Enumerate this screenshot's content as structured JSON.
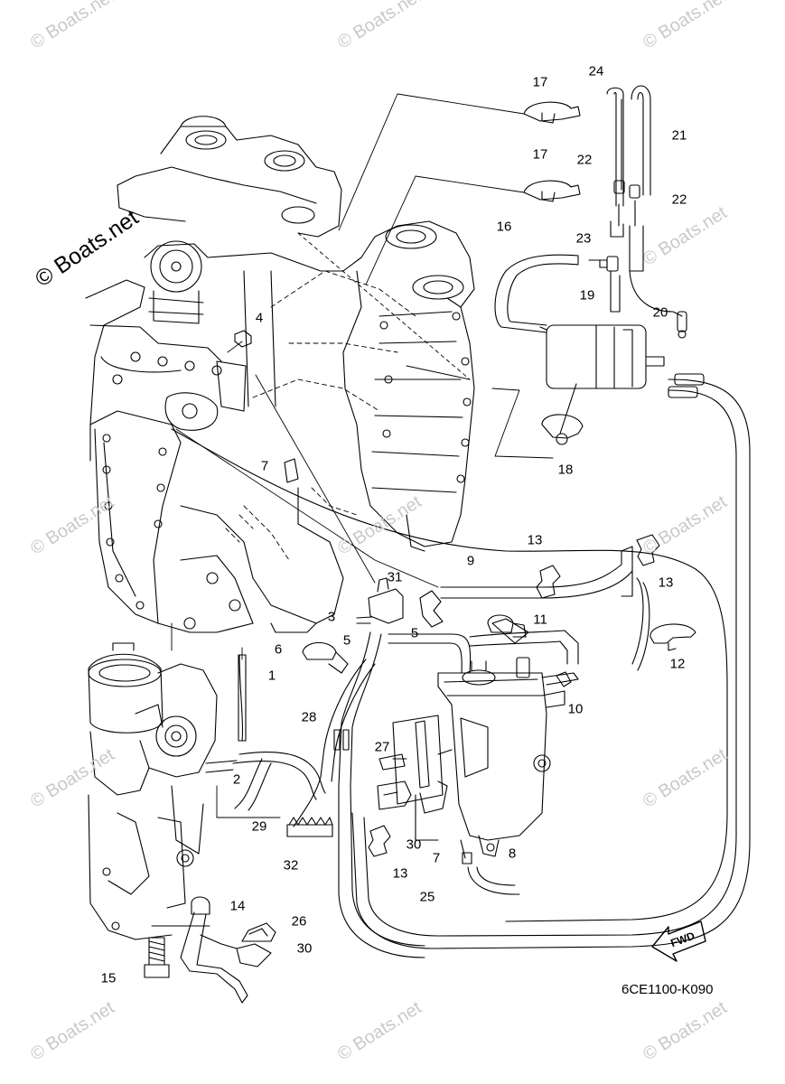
{
  "watermark": {
    "main": "© Boats.net",
    "faint": "© Boats.net"
  },
  "diagram_code": "6CE1100-K090",
  "fwd_label": "FWD",
  "callouts": [
    {
      "id": "c24",
      "text": "24"
    },
    {
      "id": "c17a",
      "text": "17"
    },
    {
      "id": "c21",
      "text": "21"
    },
    {
      "id": "c17b",
      "text": "17"
    },
    {
      "id": "c22a",
      "text": "22"
    },
    {
      "id": "c22b",
      "text": "22"
    },
    {
      "id": "c16",
      "text": "16"
    },
    {
      "id": "c23",
      "text": "23"
    },
    {
      "id": "c19",
      "text": "19"
    },
    {
      "id": "c20",
      "text": "20"
    },
    {
      "id": "c4",
      "text": "4"
    },
    {
      "id": "c18",
      "text": "18"
    },
    {
      "id": "c7a",
      "text": "7"
    },
    {
      "id": "c13a",
      "text": "13"
    },
    {
      "id": "c13b",
      "text": "13"
    },
    {
      "id": "c9",
      "text": "9"
    },
    {
      "id": "c31",
      "text": "31"
    },
    {
      "id": "c3",
      "text": "3"
    },
    {
      "id": "c11",
      "text": "11"
    },
    {
      "id": "c5a",
      "text": "5"
    },
    {
      "id": "c5b",
      "text": "5"
    },
    {
      "id": "c6",
      "text": "6"
    },
    {
      "id": "c12",
      "text": "12"
    },
    {
      "id": "c1",
      "text": "1"
    },
    {
      "id": "c10",
      "text": "10"
    },
    {
      "id": "c28",
      "text": "28"
    },
    {
      "id": "c27",
      "text": "27"
    },
    {
      "id": "c2",
      "text": "2"
    },
    {
      "id": "c29",
      "text": "29"
    },
    {
      "id": "c30a",
      "text": "30"
    },
    {
      "id": "c32",
      "text": "32"
    },
    {
      "id": "c13c",
      "text": "13"
    },
    {
      "id": "c7b",
      "text": "7"
    },
    {
      "id": "c8",
      "text": "8"
    },
    {
      "id": "c14",
      "text": "14"
    },
    {
      "id": "c25",
      "text": "25"
    },
    {
      "id": "c26",
      "text": "26"
    },
    {
      "id": "c30b",
      "text": "30"
    },
    {
      "id": "c15",
      "text": "15"
    }
  ]
}
